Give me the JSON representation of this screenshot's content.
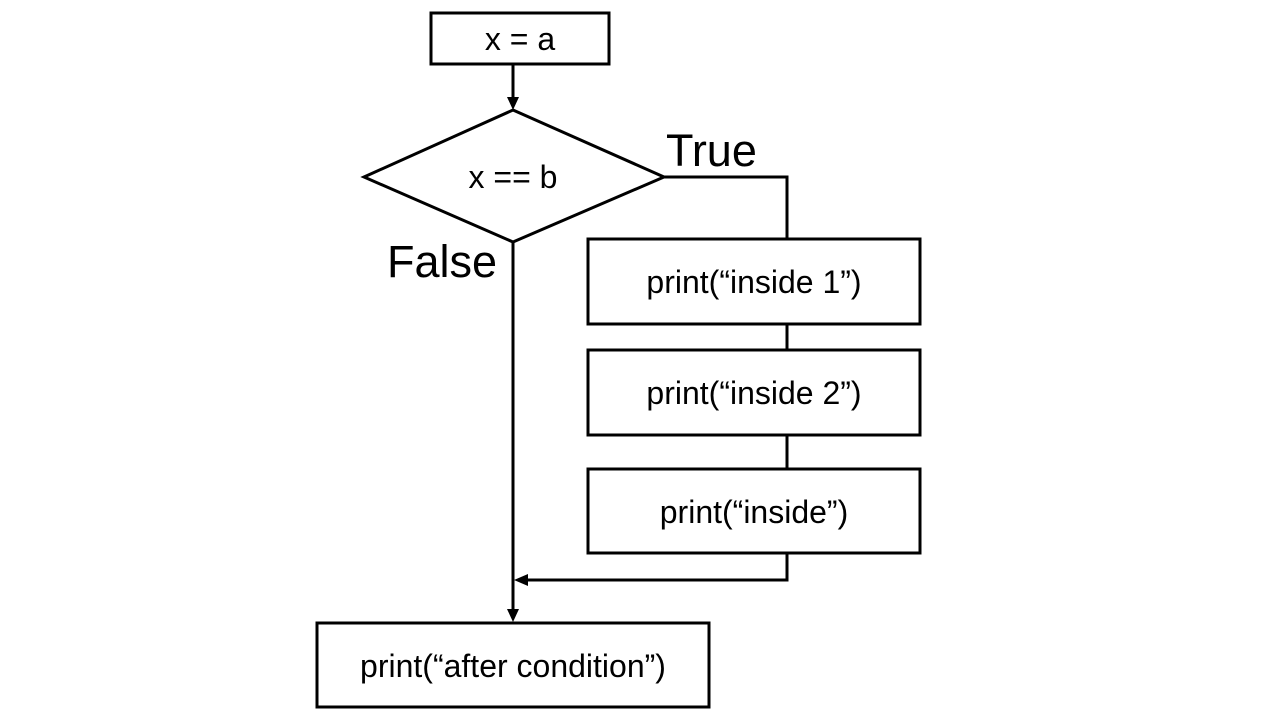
{
  "diagram": {
    "nodes": {
      "assign": {
        "label": "x = a"
      },
      "condition": {
        "label": "x == b"
      },
      "inside_1": {
        "label": "print(“inside 1”)"
      },
      "inside_2": {
        "label": "print(“inside 2”)"
      },
      "inside_3": {
        "label": "print(“inside”)"
      },
      "after": {
        "label": "print(“after condition”)"
      }
    },
    "branches": {
      "true_label": "True",
      "false_label": "False"
    }
  }
}
